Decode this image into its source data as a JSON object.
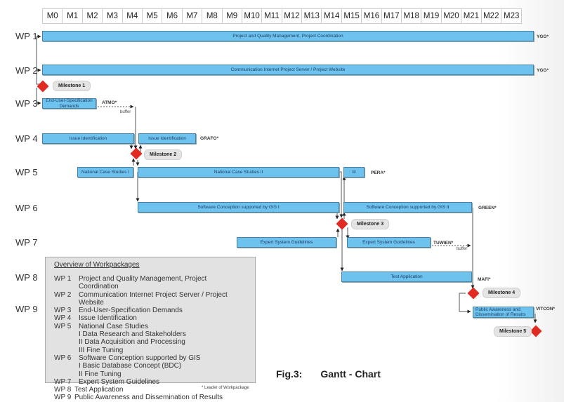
{
  "months": [
    "M0",
    "M1",
    "M2",
    "M3",
    "M4",
    "M5",
    "M6",
    "M7",
    "M8",
    "M9",
    "M10",
    "M11",
    "M12",
    "M13",
    "M14",
    "M15",
    "M16",
    "M17",
    "M18",
    "M19",
    "M20",
    "M21",
    "M22",
    "M23"
  ],
  "workpackages": [
    {
      "id": "WP 1",
      "leader": "YGG*",
      "tasks": [
        {
          "label": "Project and Quality Management, Project Coordination",
          "start": 0,
          "end": 24
        }
      ]
    },
    {
      "id": "WP 2",
      "leader": "YGG*",
      "tasks": [
        {
          "label": "Communication Internet Project Server / Project Website",
          "start": 0,
          "end": 24
        }
      ]
    },
    {
      "id": "WP 3",
      "leader": "ATMO*",
      "tasks": [
        {
          "label": "End-User-Specification Demands",
          "start": 0,
          "end": 2.7
        }
      ]
    },
    {
      "id": "WP 4",
      "leader": "GRAFO*",
      "tasks": [
        {
          "label": "Issue Identification",
          "start": 0,
          "end": 4.5
        },
        {
          "label": "Issue Identification",
          "start": 4.7,
          "end": 7.6
        }
      ]
    },
    {
      "id": "WP 5",
      "leader": "PERA*",
      "tasks": [
        {
          "label": "National Case Studies I",
          "start": 1.7,
          "end": 4.5
        },
        {
          "label": "National Case Studies  II",
          "start": 4.7,
          "end": 14.7
        },
        {
          "label": "III",
          "start": 14.9,
          "end": 16
        }
      ]
    },
    {
      "id": "WP 6",
      "leader": "GREEN*",
      "tasks": [
        {
          "label": "Software Conception supported by GIS  I",
          "start": 4.7,
          "end": 14.7
        },
        {
          "label": "Software Conception supported by GIS  II",
          "start": 14.9,
          "end": 21
        }
      ]
    },
    {
      "id": "WP 7",
      "leader": "TUWIEN*",
      "tasks": [
        {
          "label": "Expert System Guidelines",
          "start": 9.7,
          "end": 14.5
        },
        {
          "label": "Expert System Guidelines",
          "start": 15.1,
          "end": 19.2
        }
      ]
    },
    {
      "id": "WP 8",
      "leader": "MAFI*",
      "tasks": [
        {
          "label": "Test Application",
          "start": 14.9,
          "end": 21
        }
      ]
    },
    {
      "id": "WP 9",
      "leader": "VITCON*",
      "tasks": [
        {
          "label": "Public Awareness and Dissemination of Results",
          "start": 21,
          "end": 24
        }
      ]
    }
  ],
  "milestones": [
    {
      "label": "Milestone 1",
      "month": 0
    },
    {
      "label": "Milestone 2",
      "month": 4.6
    },
    {
      "label": "Milestone 3",
      "month": 14.8
    },
    {
      "label": "Milestone 4",
      "month": 21
    },
    {
      "label": "Milestone 5",
      "month": 24
    }
  ],
  "buffer_label": "buffer",
  "overview": {
    "title": "Overview of Workpackages",
    "items": [
      {
        "code": "WP 1",
        "text": "Project and Quality Management, Project Coordination"
      },
      {
        "code": "WP 2",
        "text": "Communication Internet Project Server / Project Website"
      },
      {
        "code": "WP 3",
        "text": "End-User-Specification Demands"
      },
      {
        "code": "WP 4",
        "text": "Issue Identification"
      },
      {
        "code": "WP 5",
        "text": "National Case Studies",
        "sub": [
          "I   Data Research and Stakeholders",
          "II  Data Acquisition and Processing",
          "III Fine Tuning"
        ]
      },
      {
        "code": "WP 6",
        "text": "Software Conception supported by GIS",
        "sub": [
          "I   Basic Database Concept (BDC)",
          "II   Fine Tuning"
        ]
      },
      {
        "code": "WP 7",
        "text": "Expert System Guidelines"
      },
      {
        "code": "WP 8",
        "text": "Test Application"
      },
      {
        "code": "WP 9",
        "text": "Public Awareness and Dissemination of Results"
      }
    ]
  },
  "footnote": "* Leader of Workpackage",
  "figure": {
    "number": "Fig.3:",
    "title": "Gantt - Chart"
  },
  "colors": {
    "bar": "#6ec3ee",
    "bar_border": "#4a7fa6",
    "milestone": "#e12a22",
    "overview_bg": "#e2e2e2"
  }
}
